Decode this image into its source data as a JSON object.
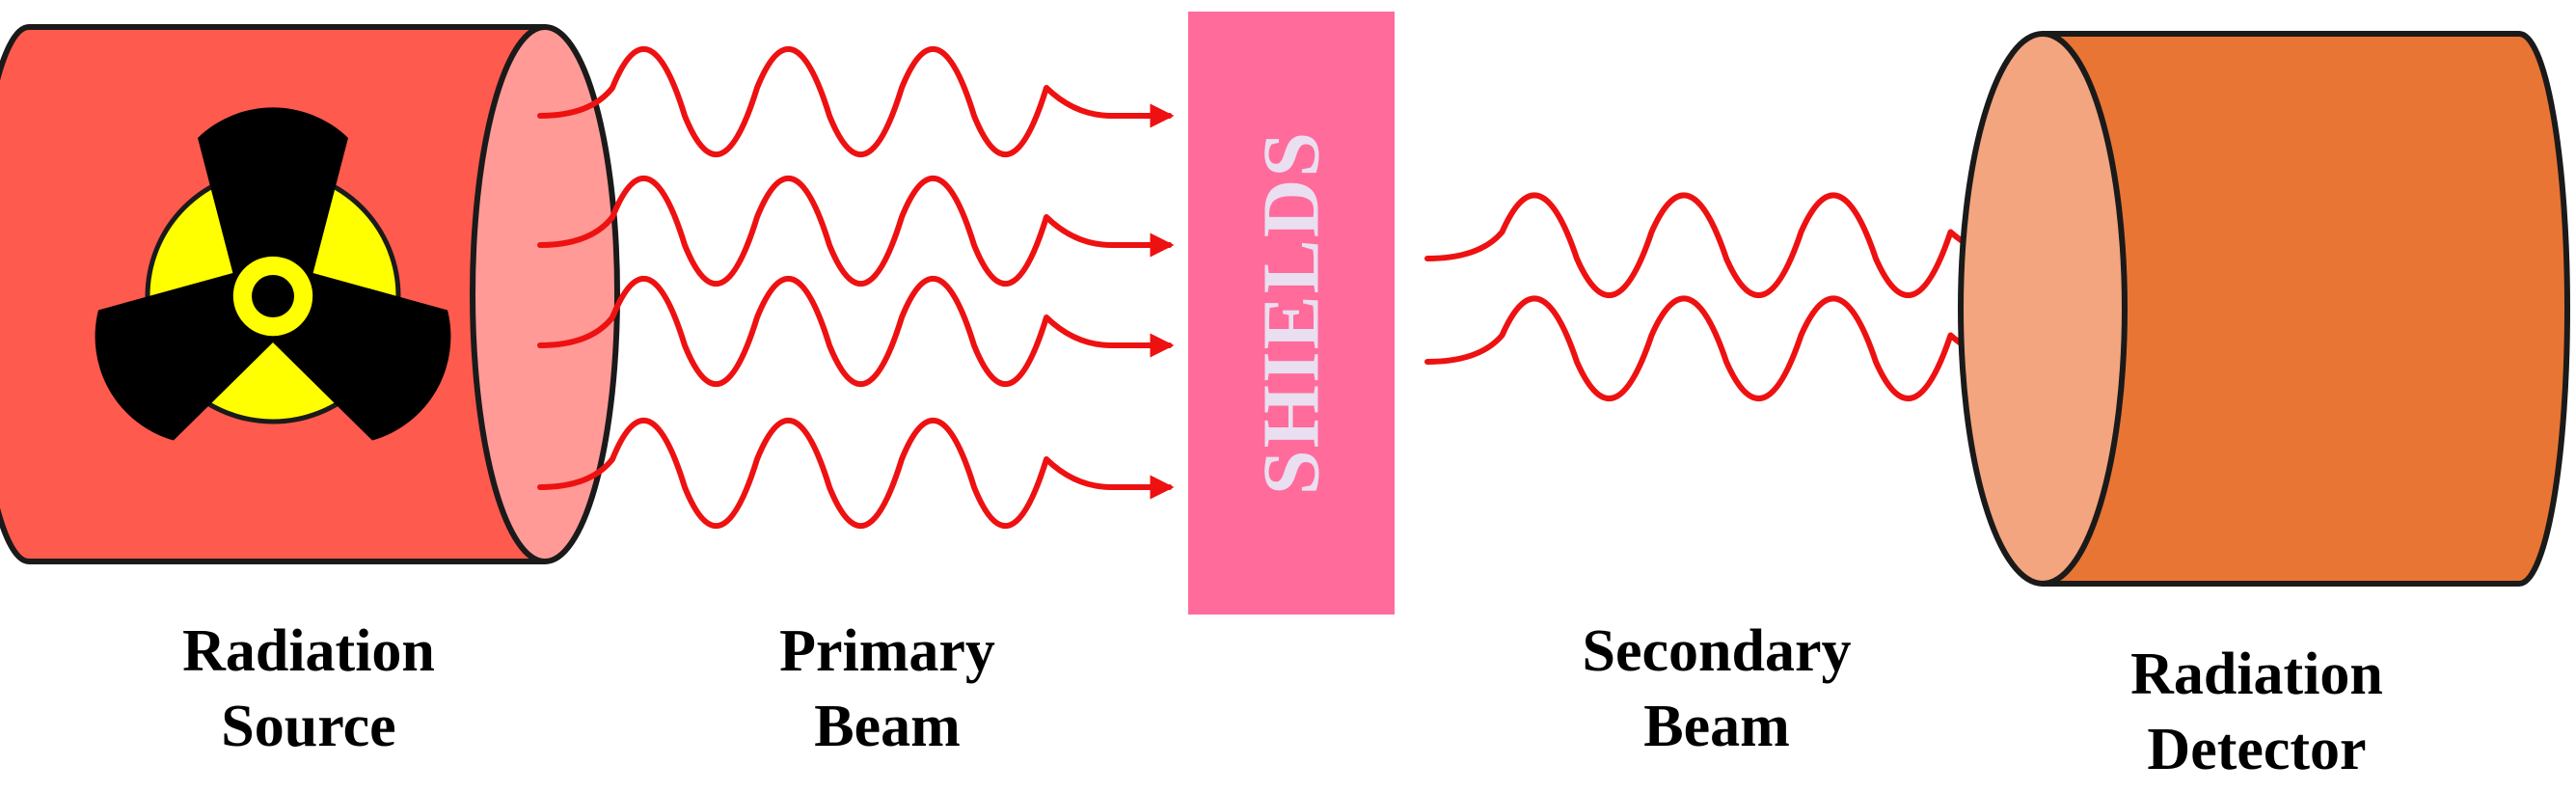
{
  "colors": {
    "source_body": "#ff5a4e",
    "source_face": "#ff9a97",
    "shield": "#ff6b9b",
    "shield_text": "#e9dff0",
    "detector_body": "#e87534",
    "detector_face": "#f2a57e",
    "wave": "#ee1111",
    "outline": "#1a1a1a",
    "trefoil_yellow": "#ffff00",
    "trefoil_black": "#000000"
  },
  "icons": {
    "source_symbol": "radiation-trefoil-icon"
  },
  "labels": {
    "shield": "SHIELDS",
    "source": {
      "line1": "Radiation",
      "line2": "Source"
    },
    "primary": {
      "line1": "Primary",
      "line2": "Beam"
    },
    "secondary": {
      "line1": "Secondary",
      "line2": "Beam"
    },
    "detector": {
      "line1": "Radiation",
      "line2": "Detector"
    }
  },
  "beams": {
    "primary_count": 4,
    "secondary_count": 2
  }
}
